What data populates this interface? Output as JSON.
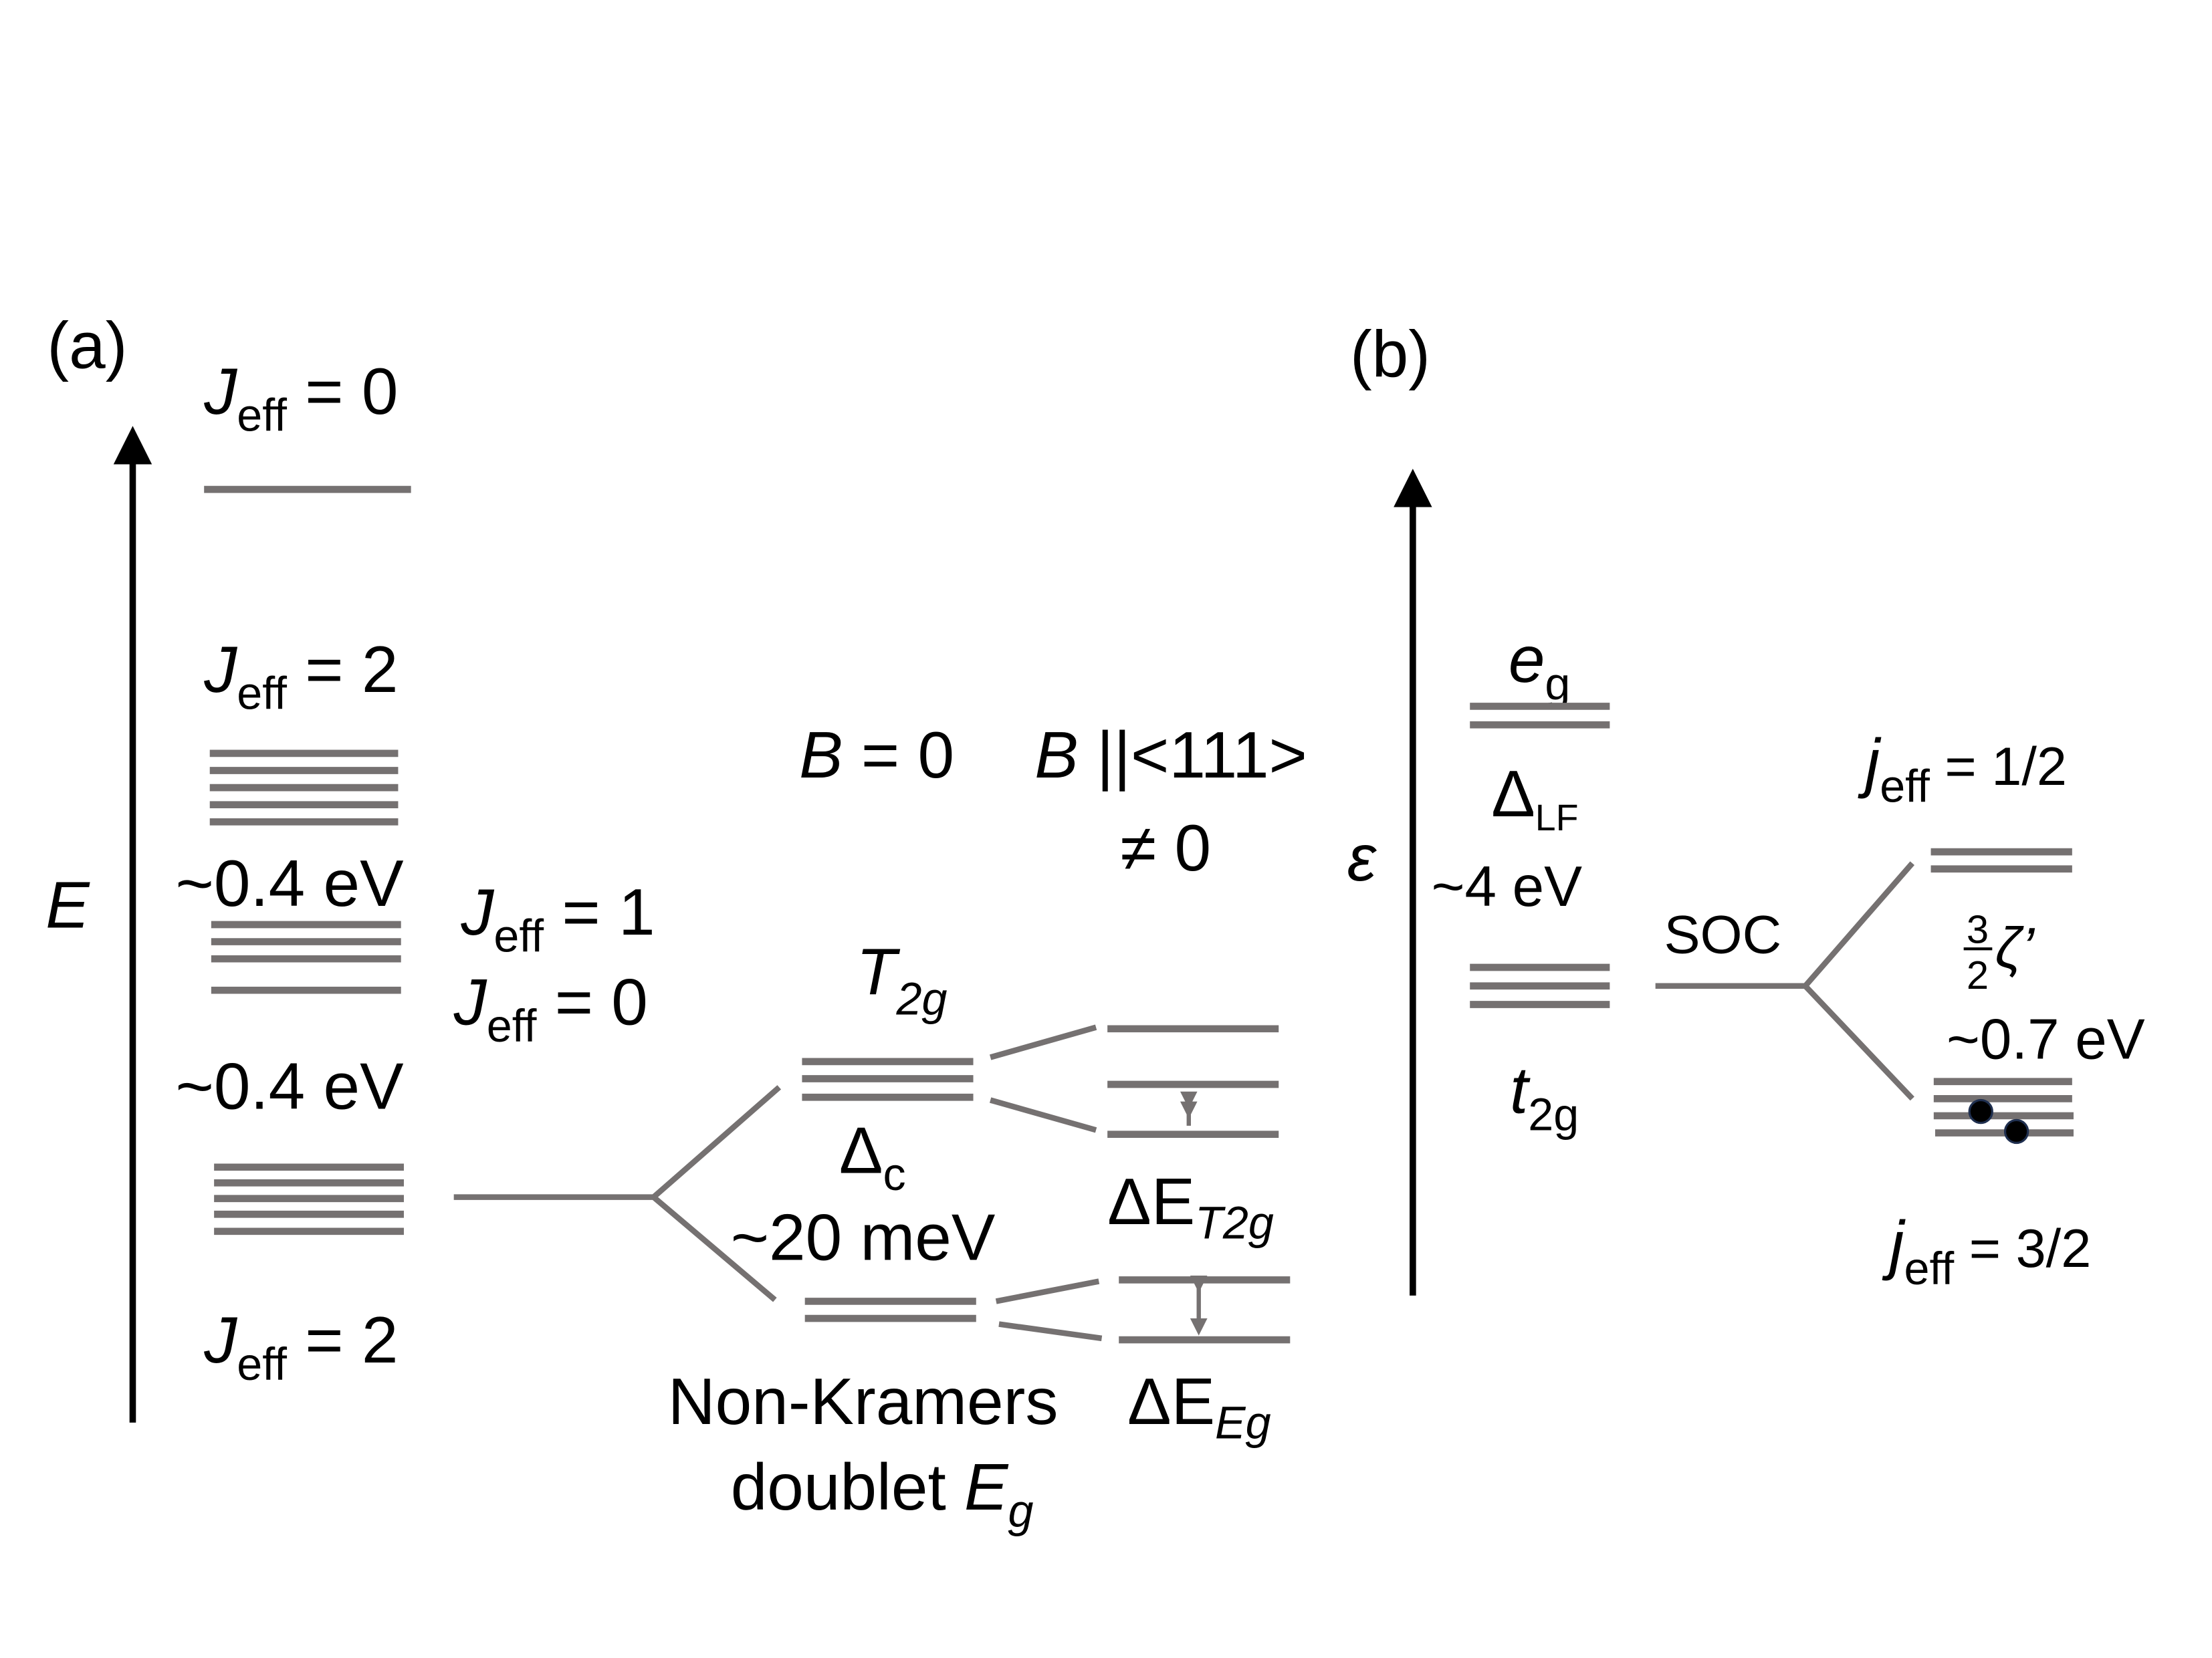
{
  "panel_a": {
    "label": "(a)",
    "axis_label": "E",
    "jeff0_top": {
      "sym": "J",
      "sub": "eff",
      "rest": " = 0"
    },
    "jeff2_upper": {
      "sym": "J",
      "sub": "eff",
      "rest": " = 2"
    },
    "gap1": "~0.4 eV",
    "gap2": "~0.4 eV",
    "jeff1": {
      "sym": "J",
      "sub": "eff",
      "rest": " = 1"
    },
    "jeff0": {
      "sym": "J",
      "sub": "eff",
      "rest": " = 0"
    },
    "jeff2_lower": {
      "sym": "J",
      "sub": "eff",
      "rest": " = 2"
    },
    "b_zero": {
      "sym": "B",
      "rest": " = 0"
    },
    "b_field": {
      "sym": "B",
      "rest": " ||<111>",
      "line2": "≠ 0"
    },
    "t2g": {
      "sym": "T",
      "sub": "2g"
    },
    "delta_c": {
      "sym": "Δ",
      "sub": "c"
    },
    "delta_c_value": "~20 meV",
    "de_t2g": {
      "sym": "ΔE",
      "sub": "T2g"
    },
    "de_eg": {
      "sym": "ΔE",
      "sub": "Eg"
    },
    "non_kramers": "Non-Kramers",
    "doublet": {
      "text": "doublet ",
      "sym": "E",
      "sub": "g"
    }
  },
  "panel_b": {
    "label": "(b)",
    "axis_label": "ε",
    "eg": {
      "sym": "e",
      "sub": "g"
    },
    "delta_lf": {
      "sym": "Δ",
      "sub": "LF"
    },
    "lf_value": "~4 eV",
    "t2g": {
      "sym": "t",
      "sub": "2g"
    },
    "soc": "SOC",
    "jeff_half": {
      "sym": "j",
      "sub": "eff",
      "rest": " = 1/2"
    },
    "zeta": {
      "num": "3",
      "den": "2",
      "sym": "ζ’"
    },
    "soc_value": "~0.7 eV",
    "jeff_three_half": {
      "sym": "j",
      "sub": "eff",
      "rest": " = 3/2"
    },
    "electron_color": "#000000"
  },
  "colors": {
    "level": "#757171",
    "axis": "#000000"
  }
}
